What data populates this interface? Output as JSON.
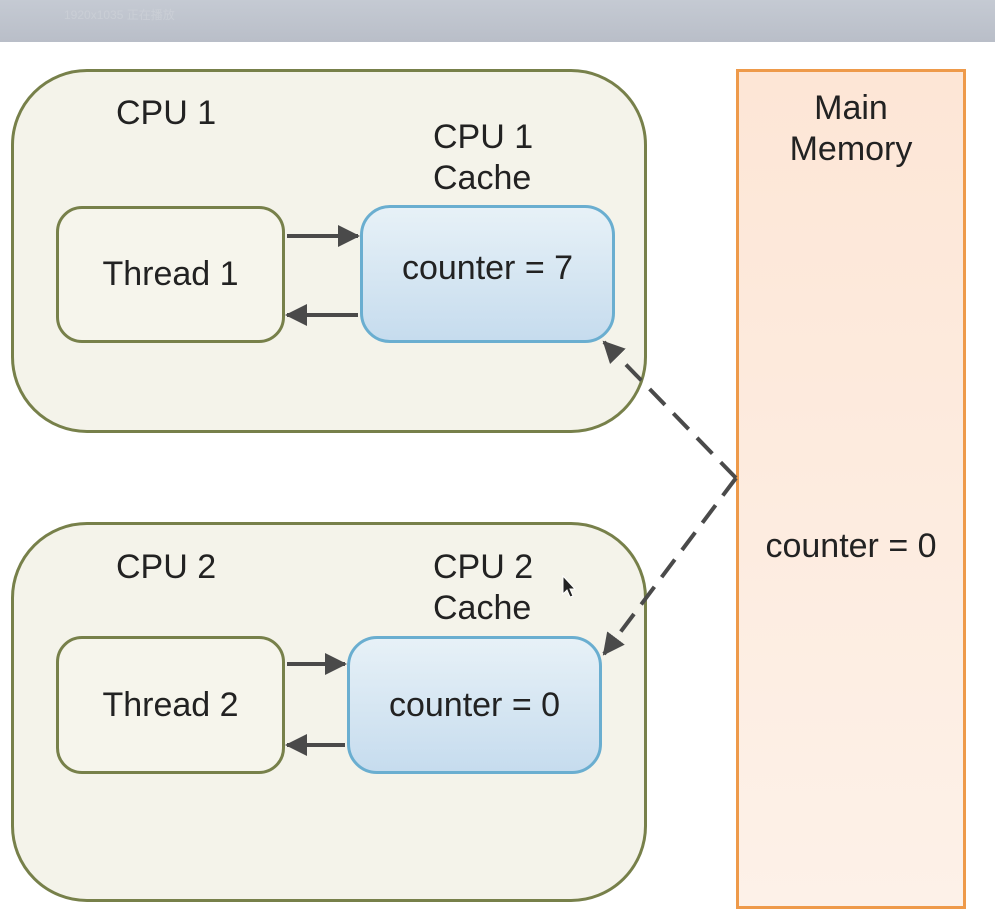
{
  "window": {
    "title": "1920x1035 正在播放"
  },
  "cpus": [
    {
      "label": "CPU 1",
      "cache_label_line1": "CPU 1",
      "cache_label_line2": "Cache",
      "thread": "Thread 1",
      "cache_value": "counter = 7"
    },
    {
      "label": "CPU 2",
      "cache_label_line1": "CPU 2",
      "cache_label_line2": "Cache",
      "thread": "Thread 2",
      "cache_value": "counter = 0"
    }
  ],
  "memory": {
    "title_line1": "Main",
    "title_line2": "Memory",
    "value": "counter = 0"
  },
  "colors": {
    "cpu_border": "#77804a",
    "cpu_fill": "#f4f3ea",
    "cache_border": "#6aaed0",
    "memory_border": "#ee9a4a",
    "arrow": "#4a4a4a"
  }
}
